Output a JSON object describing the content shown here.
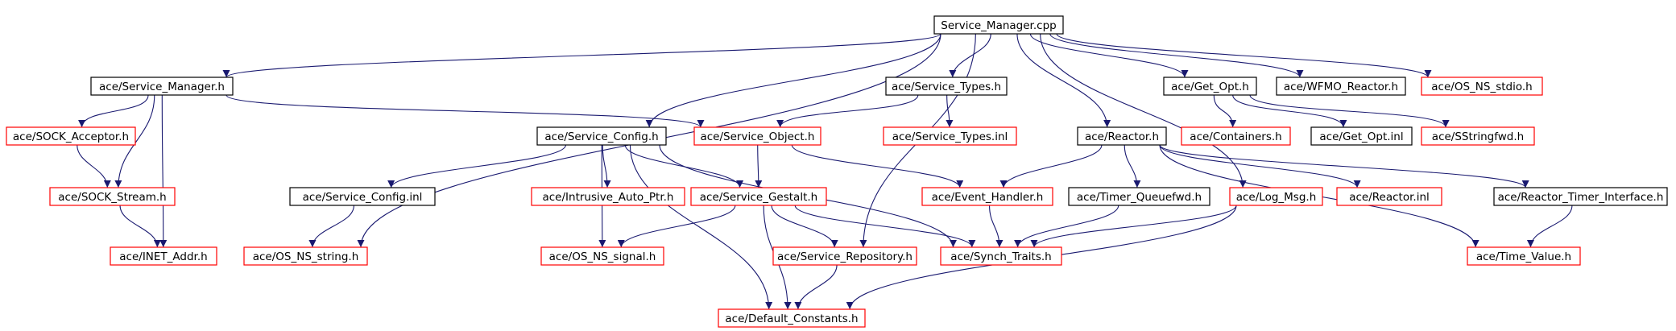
{
  "graph": {
    "colors": {
      "edge": "#191970",
      "normal_border": "#000000",
      "incomplete_border": "#ff0000",
      "root_fill": "#bfbfbf"
    },
    "nodes": [
      {
        "id": "root",
        "label": "Service_Manager.cpp",
        "style": "root"
      },
      {
        "id": "svc_mgr_h",
        "label": "ace/Service_Manager.h",
        "style": "normal"
      },
      {
        "id": "svc_types_h",
        "label": "ace/Service_Types.h",
        "style": "normal"
      },
      {
        "id": "get_opt_h",
        "label": "ace/Get_Opt.h",
        "style": "normal"
      },
      {
        "id": "wfmo_reactor_h",
        "label": "ace/WFMO_Reactor.h",
        "style": "normal"
      },
      {
        "id": "os_ns_stdio_h",
        "label": "ace/OS_NS_stdio.h",
        "style": "incomplete"
      },
      {
        "id": "sock_acceptor_h",
        "label": "ace/SOCK_Acceptor.h",
        "style": "incomplete"
      },
      {
        "id": "svc_config_h",
        "label": "ace/Service_Config.h",
        "style": "normal"
      },
      {
        "id": "svc_object_h",
        "label": "ace/Service_Object.h",
        "style": "incomplete"
      },
      {
        "id": "svc_types_inl",
        "label": "ace/Service_Types.inl",
        "style": "incomplete"
      },
      {
        "id": "reactor_h",
        "label": "ace/Reactor.h",
        "style": "normal"
      },
      {
        "id": "containers_h",
        "label": "ace/Containers.h",
        "style": "incomplete"
      },
      {
        "id": "get_opt_inl",
        "label": "ace/Get_Opt.inl",
        "style": "normal"
      },
      {
        "id": "sstringfwd_h",
        "label": "ace/SStringfwd.h",
        "style": "incomplete"
      },
      {
        "id": "sock_stream_h",
        "label": "ace/SOCK_Stream.h",
        "style": "incomplete"
      },
      {
        "id": "svc_config_inl",
        "label": "ace/Service_Config.inl",
        "style": "normal"
      },
      {
        "id": "intrusive_auto_ptr_h",
        "label": "ace/Intrusive_Auto_Ptr.h",
        "style": "incomplete"
      },
      {
        "id": "svc_gestalt_h",
        "label": "ace/Service_Gestalt.h",
        "style": "incomplete"
      },
      {
        "id": "event_handler_h",
        "label": "ace/Event_Handler.h",
        "style": "incomplete"
      },
      {
        "id": "timer_queuefwd_h",
        "label": "ace/Timer_Queuefwd.h",
        "style": "normal"
      },
      {
        "id": "log_msg_h",
        "label": "ace/Log_Msg.h",
        "style": "incomplete"
      },
      {
        "id": "reactor_inl",
        "label": "ace/Reactor.inl",
        "style": "incomplete"
      },
      {
        "id": "reactor_timer_iface_h",
        "label": "ace/Reactor_Timer_Interface.h",
        "style": "normal"
      },
      {
        "id": "inet_addr_h",
        "label": "ace/INET_Addr.h",
        "style": "incomplete"
      },
      {
        "id": "os_ns_string_h",
        "label": "ace/OS_NS_string.h",
        "style": "incomplete"
      },
      {
        "id": "os_ns_signal_h",
        "label": "ace/OS_NS_signal.h",
        "style": "incomplete"
      },
      {
        "id": "svc_repository_h",
        "label": "ace/Service_Repository.h",
        "style": "incomplete"
      },
      {
        "id": "synch_traits_h",
        "label": "ace/Synch_Traits.h",
        "style": "incomplete"
      },
      {
        "id": "time_value_h",
        "label": "ace/Time_Value.h",
        "style": "incomplete"
      },
      {
        "id": "default_constants_h",
        "label": "ace/Default_Constants.h",
        "style": "incomplete"
      }
    ],
    "edges": [
      [
        "root",
        "svc_mgr_h"
      ],
      [
        "root",
        "svc_types_h"
      ],
      [
        "root",
        "get_opt_h"
      ],
      [
        "root",
        "wfmo_reactor_h"
      ],
      [
        "root",
        "os_ns_stdio_h"
      ],
      [
        "root",
        "svc_config_h"
      ],
      [
        "root",
        "reactor_h"
      ],
      [
        "root",
        "log_msg_h"
      ],
      [
        "root",
        "svc_repository_h"
      ],
      [
        "root",
        "os_ns_string_h"
      ],
      [
        "svc_mgr_h",
        "sock_acceptor_h"
      ],
      [
        "svc_mgr_h",
        "sock_stream_h"
      ],
      [
        "svc_mgr_h",
        "inet_addr_h"
      ],
      [
        "svc_mgr_h",
        "svc_object_h"
      ],
      [
        "sock_acceptor_h",
        "sock_stream_h"
      ],
      [
        "sock_stream_h",
        "inet_addr_h"
      ],
      [
        "svc_types_h",
        "svc_object_h"
      ],
      [
        "svc_types_h",
        "svc_types_inl"
      ],
      [
        "svc_config_h",
        "svc_config_inl"
      ],
      [
        "svc_config_h",
        "intrusive_auto_ptr_h"
      ],
      [
        "svc_config_h",
        "svc_gestalt_h"
      ],
      [
        "svc_config_h",
        "os_ns_signal_h"
      ],
      [
        "svc_config_h",
        "synch_traits_h"
      ],
      [
        "svc_config_h",
        "default_constants_h"
      ],
      [
        "svc_config_inl",
        "os_ns_string_h"
      ],
      [
        "svc_object_h",
        "svc_gestalt_h"
      ],
      [
        "svc_object_h",
        "event_handler_h"
      ],
      [
        "svc_gestalt_h",
        "os_ns_signal_h"
      ],
      [
        "svc_gestalt_h",
        "svc_repository_h"
      ],
      [
        "svc_gestalt_h",
        "synch_traits_h"
      ],
      [
        "svc_gestalt_h",
        "default_constants_h"
      ],
      [
        "event_handler_h",
        "synch_traits_h"
      ],
      [
        "reactor_h",
        "event_handler_h"
      ],
      [
        "reactor_h",
        "timer_queuefwd_h"
      ],
      [
        "reactor_h",
        "reactor_inl"
      ],
      [
        "reactor_h",
        "reactor_timer_iface_h"
      ],
      [
        "reactor_h",
        "time_value_h"
      ],
      [
        "timer_queuefwd_h",
        "synch_traits_h"
      ],
      [
        "log_msg_h",
        "synch_traits_h"
      ],
      [
        "log_msg_h",
        "default_constants_h"
      ],
      [
        "reactor_timer_iface_h",
        "time_value_h"
      ],
      [
        "svc_repository_h",
        "default_constants_h"
      ],
      [
        "get_opt_h",
        "containers_h"
      ],
      [
        "get_opt_h",
        "get_opt_inl"
      ],
      [
        "get_opt_h",
        "sstringfwd_h"
      ]
    ]
  }
}
